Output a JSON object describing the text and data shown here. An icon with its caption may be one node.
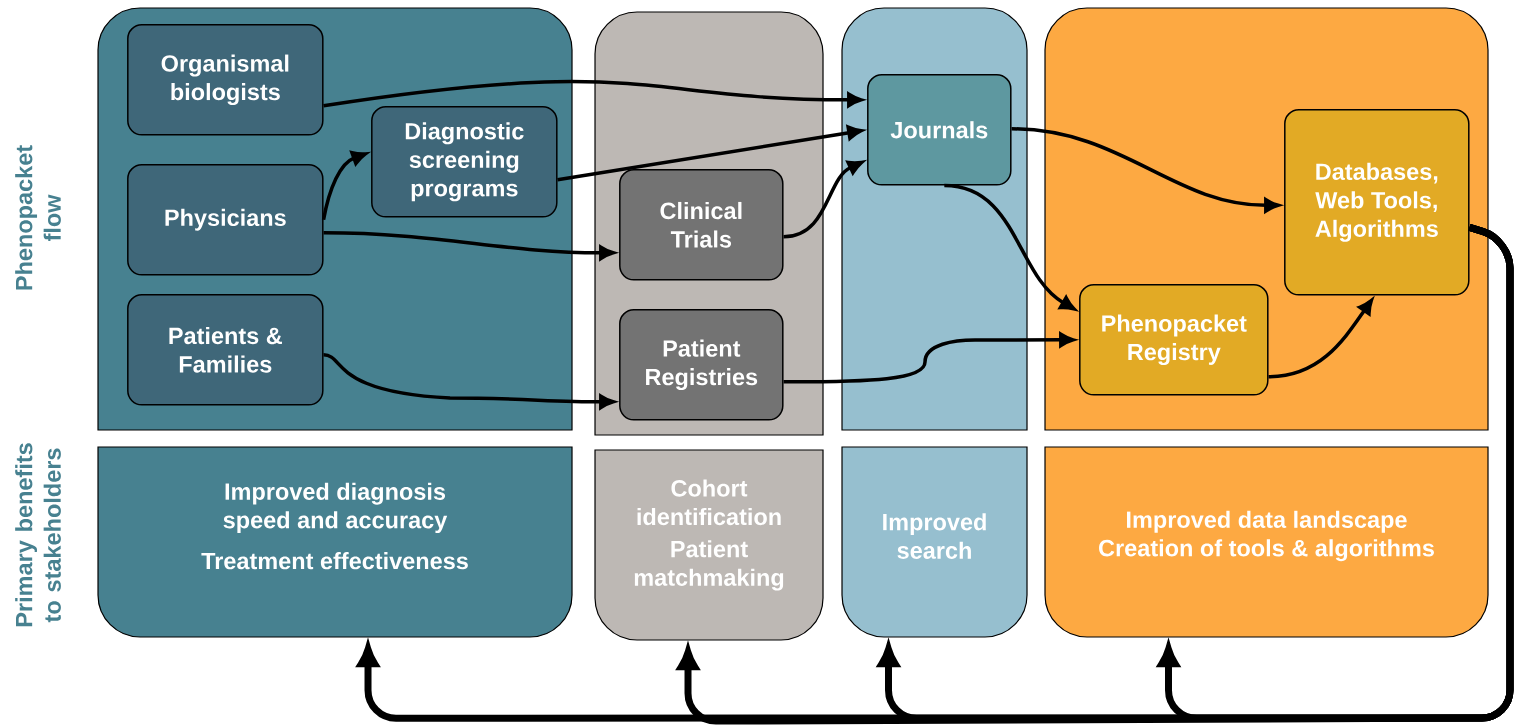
{
  "diagram": {
    "nodes": [
      {
        "text": [],
        "shape": "box"
      },
      {
        "text": [
          "Organismal biologists"
        ],
        "in": 0
      },
      {
        "text": [
          "Diagnostic screening programs"
        ],
        "in": 0
      },
      {
        "text": [
          "Physicians"
        ],
        "in": 0
      },
      {
        "text": [
          "Patients & Families"
        ],
        "in": 0
      },
      {
        "text": [],
        "shape": "box"
      },
      {
        "text": [
          "Clinical Trials"
        ],
        "in": 5
      },
      {
        "text": [
          "Patient Registries"
        ],
        "in": 5
      },
      {
        "text": [],
        "shape": "box"
      },
      {
        "text": [
          "Journals"
        ],
        "in": 8
      },
      {
        "text": [],
        "shape": "box"
      },
      {
        "text": [
          "Databases, Web Tools, Algorithms"
        ],
        "in": 10
      },
      {
        "text": [
          "Phenopacket Registry"
        ],
        "in": 10
      },
      {
        "text": [
          "Improved diagnosis speed and accuracy",
          "Treatment effectiveness"
        ]
      },
      {
        "text": [
          "Cohort identification",
          "Patient matchmaking"
        ]
      },
      {
        "text": [
          "Improved search"
        ]
      },
      {
        "text": [
          "Improved data landscape",
          "Creation of tools & algorithms"
        ]
      }
    ],
    "edges": [
      {
        "from": 1,
        "to": 9,
        "arrow": "to"
      },
      {
        "from": 2,
        "to": 9,
        "arrow": "to"
      },
      {
        "from": 3,
        "to": 2,
        "arrow": "to"
      },
      {
        "from": 3,
        "to": 6,
        "arrow": "to"
      },
      {
        "from": 4,
        "to": 7,
        "arrow": "to"
      },
      {
        "from": 6,
        "to": 9,
        "arrow": "to"
      },
      {
        "from": 9,
        "to": 11,
        "arrow": "to"
      },
      {
        "from": 9,
        "to": 12,
        "arrow": "to"
      },
      {
        "from": 7,
        "to": 12,
        "arrow": "to"
      },
      {
        "from": 12,
        "to": 11,
        "arrow": "to"
      },
      {
        "from": 11,
        "to": 13,
        "arrow": "to",
        "style": "thick"
      },
      {
        "from": 11,
        "to": 14,
        "arrow": "to",
        "style": "thick"
      },
      {
        "from": 11,
        "to": 15,
        "arrow": "to",
        "style": "thick"
      },
      {
        "from": 11,
        "to": 16,
        "arrow": "to",
        "style": "thick"
      }
    ],
    "labels": [
      "Phenopacket flow",
      "Primary benefits to stakeholders"
    ]
  }
}
